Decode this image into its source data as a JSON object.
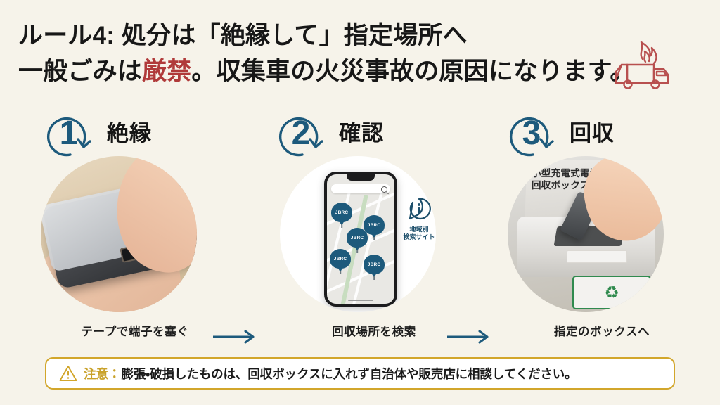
{
  "slide": {
    "background_color": "#f6f3ea",
    "accent_blue": "#1d5a7c",
    "accent_red": "#b03a3a",
    "accent_gold": "#d2a62b"
  },
  "header": {
    "line1": "ルール4: 処分は「絶縁して」指定場所へ",
    "line2_part1": "一般ごみは",
    "line2_highlight": "厳禁",
    "line2_part2": "。収集車の火災事故の原因になります。",
    "icon": "burning-garbage-truck-icon"
  },
  "steps": [
    {
      "number": "1",
      "title": "絶縁",
      "caption": "テープで端子を塞ぐ",
      "photo": "hand-holding-power-bank-with-taped-ports"
    },
    {
      "number": "2",
      "title": "確認",
      "caption": "回収場所を検索",
      "photo": "smartphone-map-with-jbrc-pins",
      "phone": {
        "search_placeholder": "",
        "pins": [
          "JBRC",
          "JBRC",
          "JBRC",
          "JBRC",
          "JBRC"
        ]
      },
      "info": {
        "icon": "info-speech-bubble-icon",
        "line1": "地域別",
        "line2": "検索サイト"
      }
    },
    {
      "number": "3",
      "title": "回収",
      "caption": "指定のボックスへ",
      "photo": "hand-dropping-battery-into-collection-box",
      "box_label_line1": "小型充電式電池",
      "box_label_line2": "回収ボックス",
      "recycle_mark": "♻"
    }
  ],
  "flow": {
    "arrow_1": "right-arrow-icon",
    "arrow_2": "right-arrow-icon"
  },
  "warning": {
    "icon": "warning-triangle-icon",
    "label": "注意：",
    "text": "膨張・破損したものは、回収ボックスに入れず自治体や販売店に相談してください。"
  }
}
